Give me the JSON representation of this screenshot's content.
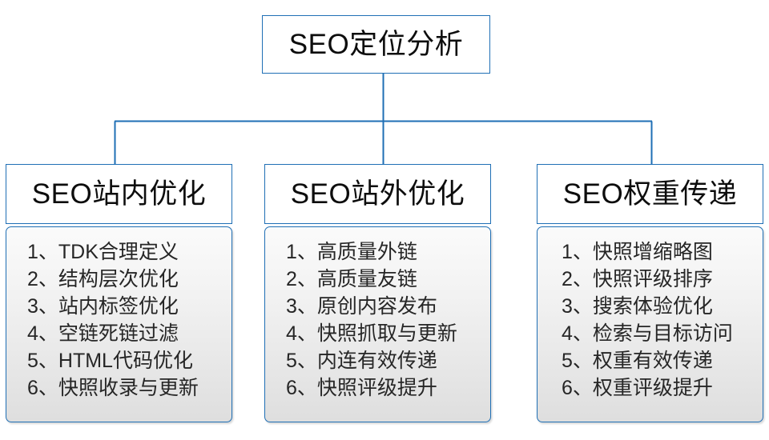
{
  "diagram": {
    "type": "organization-tree",
    "accent_color": "#1f6fb5",
    "root": {
      "label": "SEO定位分析"
    },
    "branches": [
      {
        "header": "SEO站内优化",
        "items": [
          {
            "index": "1、",
            "text": "TDK合理定义"
          },
          {
            "index": "2、",
            "text": "结构层次优化"
          },
          {
            "index": "3、",
            "text": "站内标签优化"
          },
          {
            "index": "4、",
            "text": "空链死链过滤"
          },
          {
            "index": "5、",
            "text": "HTML代码优化"
          },
          {
            "index": "6、",
            "text": "快照收录与更新"
          }
        ]
      },
      {
        "header": "SEO站外优化",
        "items": [
          {
            "index": "1、",
            "text": "高质量外链"
          },
          {
            "index": "2、",
            "text": "高质量友链"
          },
          {
            "index": "3、",
            "text": "原创内容发布"
          },
          {
            "index": "4、",
            "text": "快照抓取与更新"
          },
          {
            "index": "5、",
            "text": "内连有效传递"
          },
          {
            "index": "6、",
            "text": "快照评级提升"
          }
        ]
      },
      {
        "header": "SEO权重传递",
        "items": [
          {
            "index": "1、",
            "text": "快照增缩略图"
          },
          {
            "index": "2、",
            "text": "快照评级排序"
          },
          {
            "index": "3、",
            "text": "搜索体验优化"
          },
          {
            "index": "4、",
            "text": "检索与目标访问"
          },
          {
            "index": "5、",
            "text": "权重有效传递"
          },
          {
            "index": "6、",
            "text": "权重评级提升"
          }
        ]
      }
    ]
  }
}
